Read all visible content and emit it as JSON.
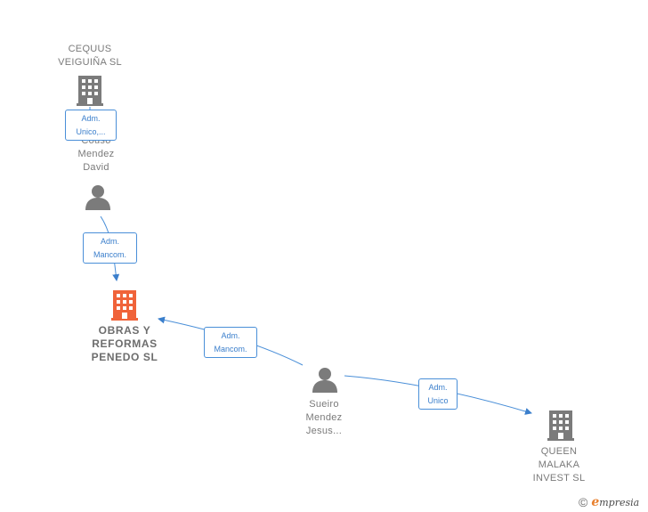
{
  "nodes": {
    "cequus": {
      "label": "CEQUUS\nVEIGUIÑA  SL",
      "kind": "company"
    },
    "couso": {
      "label": "Couso\nMendez\nDavid",
      "kind": "person"
    },
    "obras": {
      "label": "OBRAS Y\nREFORMAS\nPENEDO  SL",
      "kind": "company-main"
    },
    "sueiro": {
      "label": "Sueiro\nMendez\nJesus...",
      "kind": "person"
    },
    "queen": {
      "label": "QUEEN\nMALAKA\nINVEST  SL",
      "kind": "company"
    }
  },
  "edges": [
    {
      "label": "Adm.\nUnico,...",
      "from": "couso",
      "to": "cequus"
    },
    {
      "label": "Adm.\nMancom.",
      "from": "couso",
      "to": "obras"
    },
    {
      "label": "Adm.\nMancom.",
      "from": "sueiro",
      "to": "obras"
    },
    {
      "label": "Adm.\nUnico",
      "from": "sueiro",
      "to": "queen"
    }
  ],
  "footer": {
    "copyright": "©",
    "brand_initial": "e",
    "brand_rest": "mpresia"
  },
  "colors": {
    "company_icon": "#7b7b7b",
    "main_company_icon": "#f0633a",
    "person_icon": "#7b7b7b",
    "edge": "#4a8fd8"
  },
  "icons": {
    "company": "building-icon",
    "person": "person-icon"
  }
}
